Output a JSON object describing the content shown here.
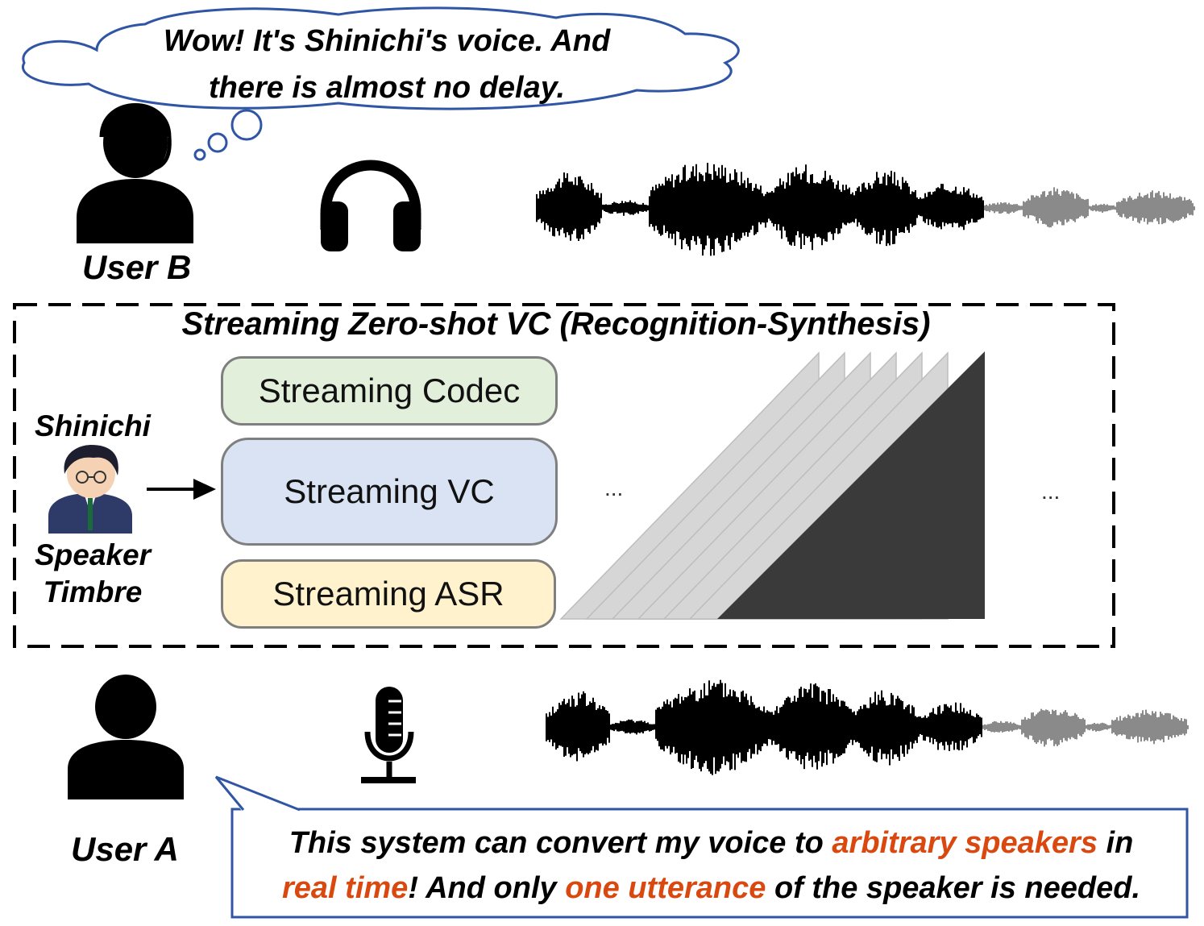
{
  "thought_bubble": {
    "line1": "Wow! It's Shinichi's voice. And",
    "line2": "there is almost no delay."
  },
  "user_b": {
    "label": "User B"
  },
  "user_a": {
    "label": "User A"
  },
  "system": {
    "title": "Streaming Zero-shot VC (Recognition-Synthesis)",
    "modules": [
      {
        "label": "Streaming Codec",
        "color": "#e2efda"
      },
      {
        "label": "Streaming VC",
        "color": "#dae3f3"
      },
      {
        "label": "Streaming ASR",
        "color": "#fff2cc"
      }
    ],
    "speaker": {
      "name": "Shinichi",
      "label_line1": "Speaker",
      "label_line2": "Timbre"
    },
    "ellipsis_left": "...",
    "ellipsis_right": "..."
  },
  "callout": {
    "part1": "This system can convert my voice  to ",
    "highlight1": "arbitrary speakers",
    "part2": " in",
    "highlight2": "real time",
    "part3": "! And only ",
    "highlight3": "one utterance",
    "part4": " of the speaker is needed."
  },
  "colors": {
    "bubble_border": "#2f55a4",
    "highlight": "#d9480f",
    "chunk_light": "#d6d6d6",
    "chunk_dark": "#3a3a3a"
  },
  "icons": [
    "headset-user-icon",
    "headphones-icon",
    "user-icon",
    "microphone-icon",
    "anime-character-avatar-icon"
  ]
}
